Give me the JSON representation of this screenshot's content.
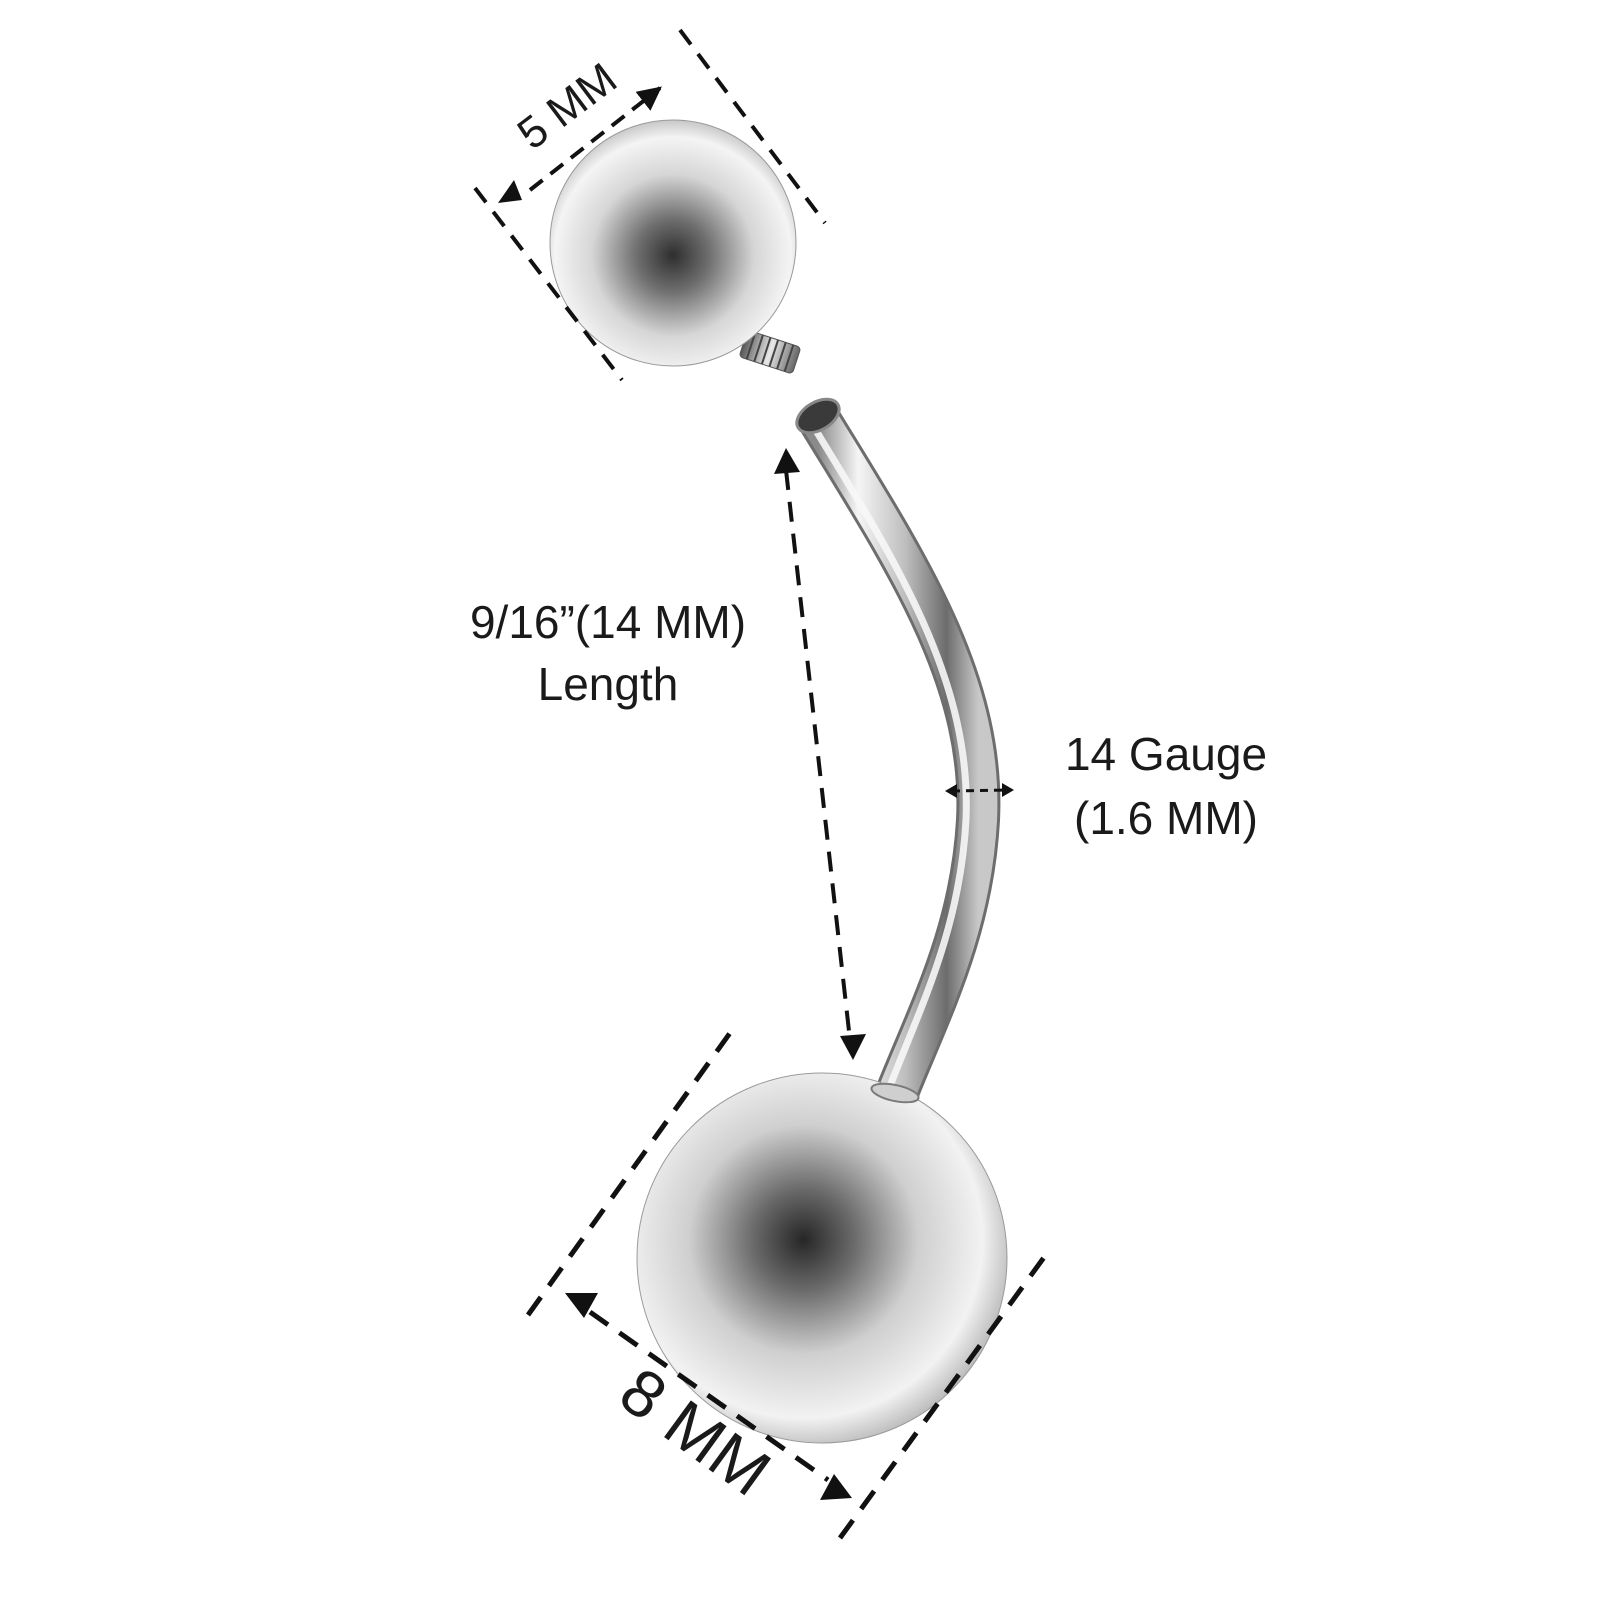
{
  "diagram": {
    "top_ball_label": "5 MM",
    "length_label_line1": "9/16”(14 MM)",
    "length_label_line2": "Length",
    "gauge_label_line1": "14 Gauge",
    "gauge_label_line2": "(1.6 MM)",
    "bottom_ball_label": "8 MM"
  },
  "colors": {
    "metal_highlight": "#ffffff",
    "metal_mid": "#b8b8b8",
    "metal_dark": "#3a3a3a",
    "dimension_line": "#111111"
  }
}
